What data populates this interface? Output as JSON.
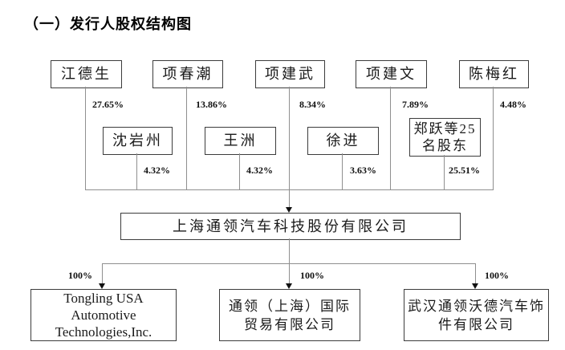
{
  "page": {
    "title": "（一）发行人股权结构图"
  },
  "diagram": {
    "shareholders_row1": [
      {
        "name": "江德生",
        "pct": "27.65%"
      },
      {
        "name": "项春潮",
        "pct": "13.86%"
      },
      {
        "name": "项建武",
        "pct": "8.34%"
      },
      {
        "name": "项建文",
        "pct": "7.89%"
      },
      {
        "name": "陈梅红",
        "pct": "4.48%"
      }
    ],
    "shareholders_row2": [
      {
        "name": "沈岩州",
        "pct": "4.32%"
      },
      {
        "name": "王洲",
        "pct": "4.32%"
      },
      {
        "name": "徐进",
        "pct": "3.63%"
      },
      {
        "name": "郑跃等25\n名股东",
        "pct": "25.51%"
      }
    ],
    "company": {
      "name": "上海通领汽车科技股份有限公司"
    },
    "subsidiaries": [
      {
        "name": "Tongling USA\nAutomotive\nTechnologies,Inc.",
        "pct": "100%"
      },
      {
        "name": "通领（上海）国际\n贸易有限公司",
        "pct": "100%"
      },
      {
        "name": "武汉通领沃德汽车饰\n件有限公司",
        "pct": "100%"
      }
    ]
  }
}
